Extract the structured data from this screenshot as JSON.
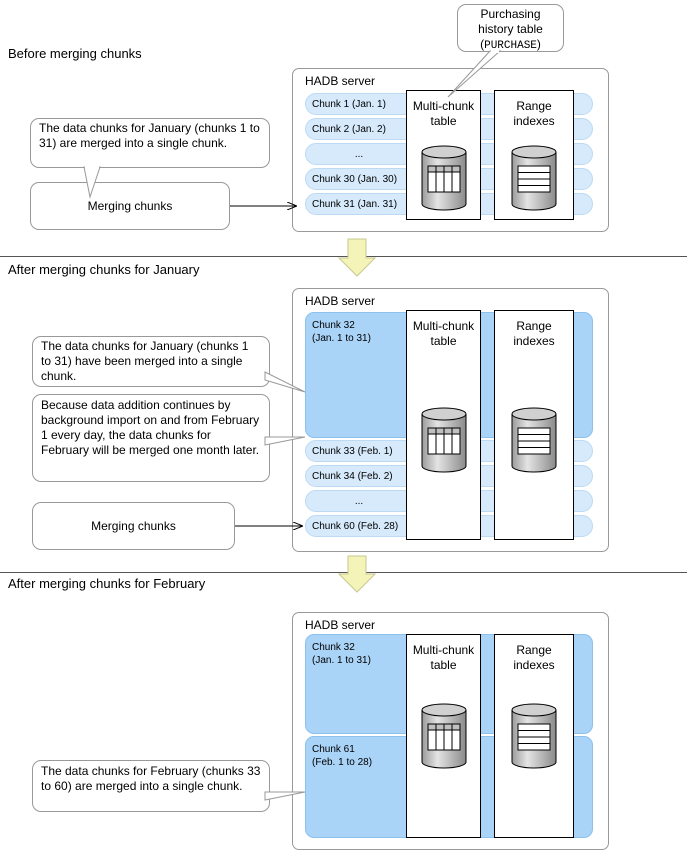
{
  "sections": {
    "before": "Before merging chunks",
    "after_jan": "After merging chunks for January",
    "after_feb": "After merging chunks for February"
  },
  "server_label": "HADB server",
  "table_label_line1": "Multi-chunk",
  "table_label_line2": "table",
  "index_label_line1": "Range",
  "index_label_line2": "indexes",
  "purchase_callout": {
    "line1": "Purchasing",
    "line2": "history table",
    "code": "PURCHASE",
    "open": "(",
    "close": ")"
  },
  "diagram1": {
    "chunks": [
      "Chunk 1 (Jan. 1)",
      "Chunk 2 (Jan. 2)",
      "...",
      "Chunk 30 (Jan. 30)",
      "Chunk 31 (Jan. 31)"
    ],
    "note": "The data chunks for January (chunks 1 to 31) are merged into a single chunk.",
    "action": "Merging chunks"
  },
  "diagram2": {
    "merged_line1": "Chunk 32",
    "merged_line2": "(Jan. 1 to 31)",
    "chunks": [
      "Chunk 33 (Feb. 1)",
      "Chunk 34 (Feb. 2)",
      "...",
      "Chunk 60 (Feb. 28)"
    ],
    "note1": "The data chunks for January (chunks 1 to 31) have been merged into a single chunk.",
    "note2": "Because data addition continues by background import on and from February 1 every day, the data chunks for February will be merged one month later.",
    "action": "Merging chunks"
  },
  "diagram3": {
    "merged1_line1": "Chunk 32",
    "merged1_line2": "(Jan. 1 to 31)",
    "merged2_line1": "Chunk 61",
    "merged2_line2": "(Feb. 1 to 28)",
    "note": "The data chunks for February (chunks 33 to 60) are merged into a single chunk."
  },
  "colors": {
    "chunk_pill": "#d6eafb",
    "chunk_merged": "#a9d3f7",
    "down_arrow": "#f4f4b8"
  }
}
